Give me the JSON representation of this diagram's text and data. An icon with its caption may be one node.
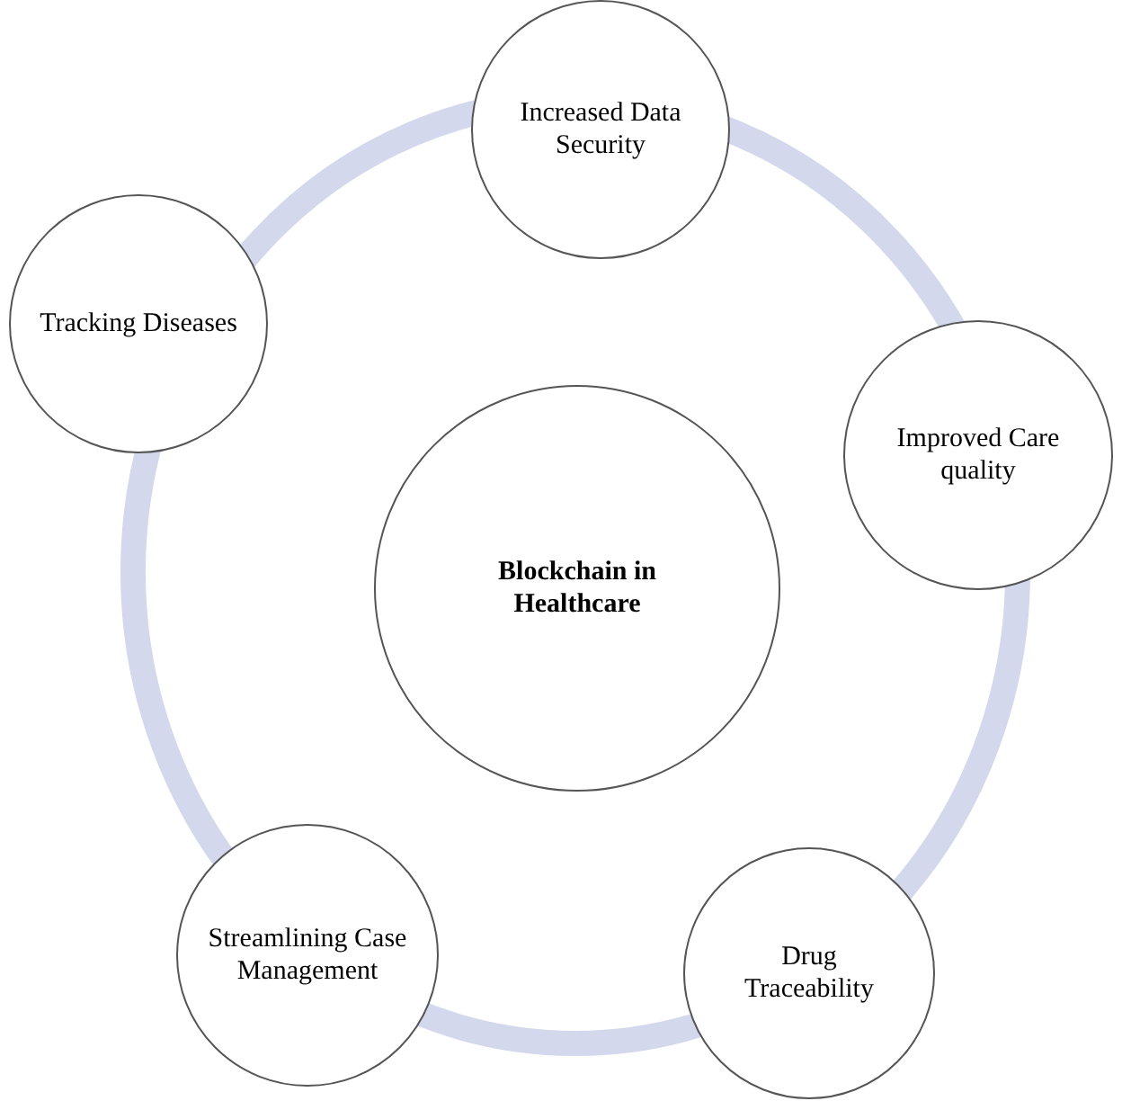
{
  "diagram": {
    "nodes": [
      {
        "text": [
          "Blockchain in Healthcare"
        ]
      },
      {
        "text": [
          "Increased Data Security"
        ]
      },
      {
        "text": [
          "Improved Care quality"
        ]
      },
      {
        "text": [
          "Drug Traceability"
        ]
      },
      {
        "text": [
          "Streamlining Case Management"
        ]
      },
      {
        "text": [
          "Tracking Diseases"
        ]
      }
    ]
  }
}
